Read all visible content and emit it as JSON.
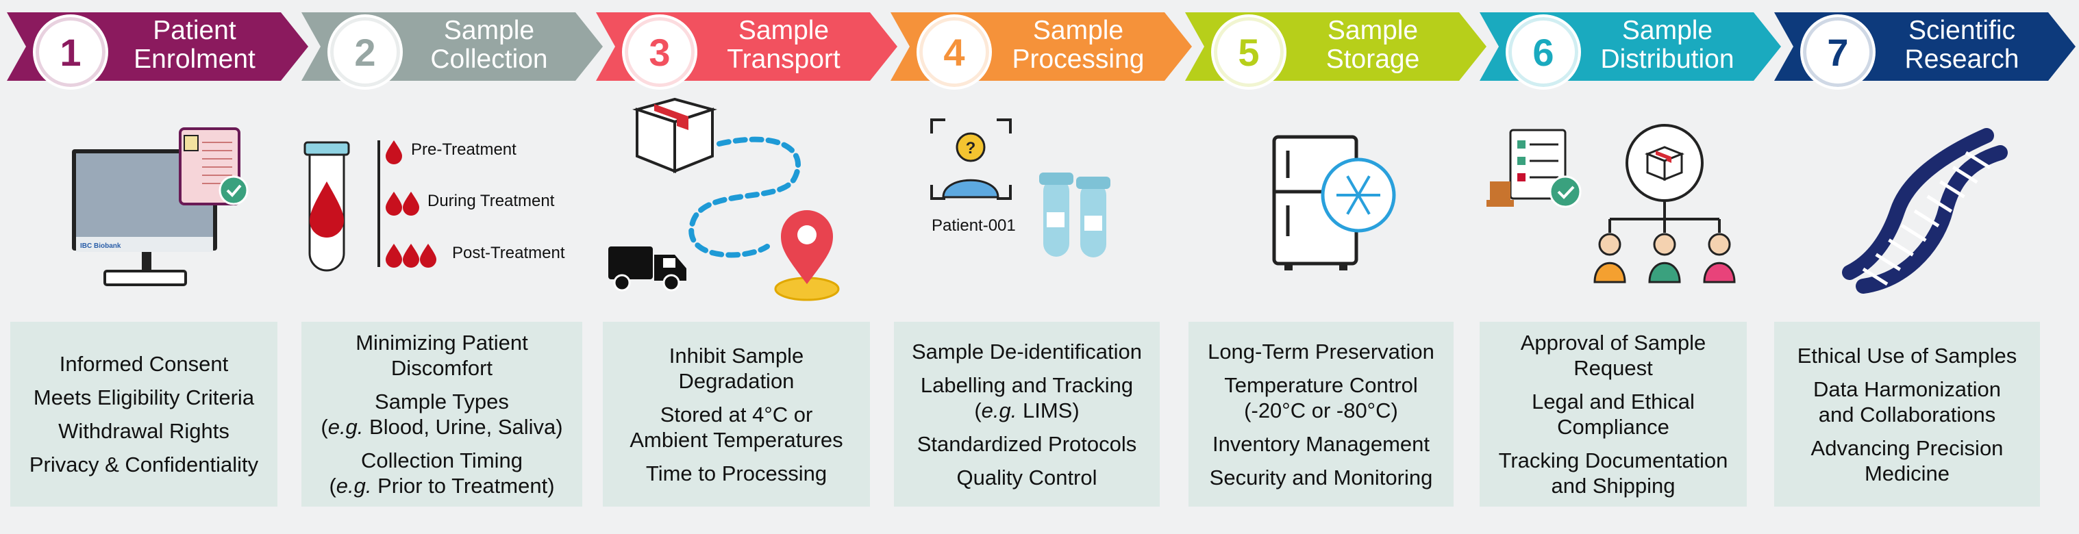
{
  "steps": [
    {
      "number": "1",
      "title_line1": "Patient",
      "title_line2": "Enrolment",
      "color": "#8b1a5e",
      "items": [
        [
          "Informed Consent"
        ],
        [
          "Meets Eligibility Criteria"
        ],
        [
          "Withdrawal Rights"
        ],
        [
          "Privacy & Confidentiality"
        ]
      ],
      "icon": "computer-consent-form-icon",
      "screen_label": "IBC Biobank"
    },
    {
      "number": "2",
      "title_line1": "Sample",
      "title_line2": "Collection",
      "color": "#97a6a3",
      "items": [
        [
          "Minimizing Patient",
          "Discomfort"
        ],
        [
          "Sample Types",
          "(e.g. Blood, Urine, Saliva)"
        ],
        [
          "Collection Timing",
          "(e.g. Prior to Treatment)"
        ]
      ],
      "icon": "blood-tube-icon",
      "timing_labels": [
        "Pre-Treatment",
        "During Treatment",
        "Post-Treatment"
      ]
    },
    {
      "number": "3",
      "title_line1": "Sample",
      "title_line2": "Transport",
      "color": "#f2515f",
      "items": [
        [
          "Inhibit Sample",
          "Degradation"
        ],
        [
          "Stored at 4°C or",
          "Ambient Temperatures"
        ],
        [
          "Time to Processing"
        ]
      ],
      "icon": "delivery-route-icon"
    },
    {
      "number": "4",
      "title_line1": "Sample",
      "title_line2": "Processing",
      "color": "#f5923a",
      "items": [
        [
          "Sample De-identification"
        ],
        [
          "Labelling and Tracking",
          "(e.g. LIMS)"
        ],
        [
          "Standardized Protocols"
        ],
        [
          "Quality Control"
        ]
      ],
      "icon": "anonymous-patient-icon",
      "patient_label": "Patient-001"
    },
    {
      "number": "5",
      "title_line1": "Sample",
      "title_line2": "Storage",
      "color": "#b7cf1a",
      "items": [
        [
          "Long-Term Preservation"
        ],
        [
          "Temperature Control",
          "(-20°C or -80°C)"
        ],
        [
          "Inventory Management"
        ],
        [
          "Security and Monitoring"
        ]
      ],
      "icon": "freezer-icon"
    },
    {
      "number": "6",
      "title_line1": "Sample",
      "title_line2": "Distribution",
      "color": "#1aaabf",
      "items": [
        [
          "Approval of Sample",
          "Request"
        ],
        [
          "Legal and Ethical",
          "Compliance"
        ],
        [
          "Tracking Documentation",
          "and Shipping"
        ]
      ],
      "icon": "distribution-network-icon"
    },
    {
      "number": "7",
      "title_line1": "Scientific",
      "title_line2": "Research",
      "color": "#0d3a7c",
      "items": [
        [
          "Ethical Use of Samples"
        ],
        [
          "Data Harmonization",
          "and Collaborations"
        ],
        [
          "Advancing Precision",
          "Medicine"
        ]
      ],
      "icon": "dna-icon"
    }
  ]
}
